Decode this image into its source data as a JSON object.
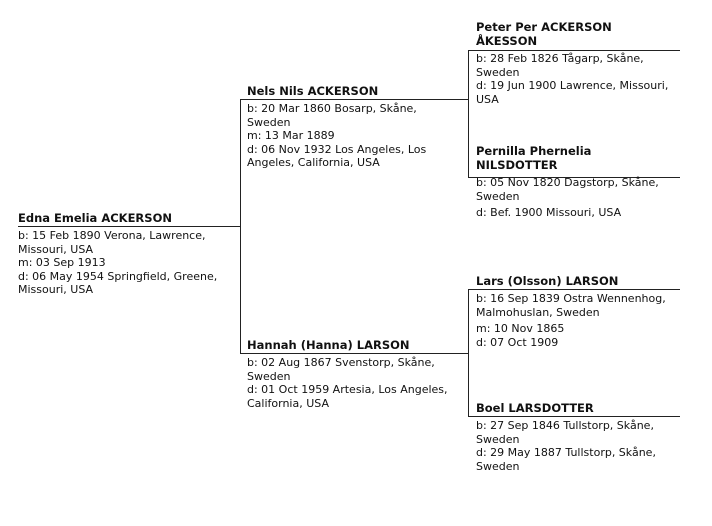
{
  "people": {
    "self": {
      "name": "Edna Emelia ACKERSON",
      "birth": "b: 15 Feb 1890 Verona, Lawrence, Missouri, USA",
      "marriage": "m: 03 Sep 1913",
      "death": "d: 06 May 1954 Springfield, Greene, Missouri, USA"
    },
    "father": {
      "name": "Nels Nils ACKERSON",
      "birth": "b: 20 Mar 1860 Bosarp, Skåne, Sweden",
      "marriage": "m: 13 Mar 1889",
      "death": "d: 06 Nov 1932 Los Angeles, Los Angeles, California, USA"
    },
    "mother": {
      "name": "Hannah (Hanna) LARSON",
      "birth": "b: 02 Aug 1867 Svenstorp, Skåne, Sweden",
      "death": "d: 01 Oct 1959 Artesia, Los Angeles, California, USA"
    },
    "paternal_grandfather": {
      "name_line1": "Peter Per ACKERSON",
      "name_line2": "ÅKESSON",
      "birth": "b: 28 Feb 1826 Tågarp, Skåne, Sweden",
      "death": "d: 19 Jun 1900 Lawrence, Missouri, USA"
    },
    "paternal_grandmother": {
      "name_line1": "Pernilla Phernelia",
      "name_line2": "NILSDOTTER",
      "birth": "b: 05 Nov 1820 Dagstorp, Skåne, Sweden",
      "death": "d: Bef. 1900 Missouri, USA"
    },
    "maternal_grandfather": {
      "name": "Lars (Olsson) LARSON",
      "birth": "b: 16 Sep 1839 Ostra Wennenhog, Malmohuslan, Sweden",
      "marriage": "m: 10 Nov 1865",
      "death": "d: 07 Oct 1909"
    },
    "maternal_grandmother": {
      "name": "Boel LARSDOTTER",
      "birth": "b: 27 Sep 1846 Tullstorp, Skåne, Sweden",
      "death": "d: 29 May 1887 Tullstorp, Skåne, Sweden"
    }
  }
}
